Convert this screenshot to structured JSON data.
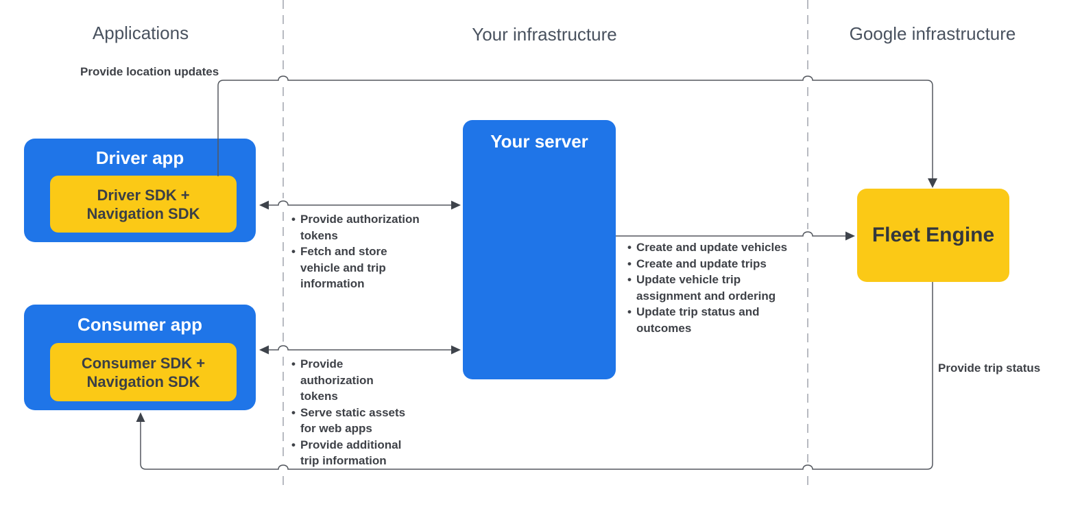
{
  "lanes": [
    {
      "label": "Applications"
    },
    {
      "label": "Your infrastructure"
    },
    {
      "label": "Google infrastructure"
    }
  ],
  "nodes": {
    "driver_app": {
      "title": "Driver app",
      "sdk": {
        "line1": "Driver SDK +",
        "line2": "Navigation SDK"
      }
    },
    "consumer_app": {
      "title": "Consumer app",
      "sdk": {
        "line1": "Consumer SDK +",
        "line2": "Navigation SDK"
      }
    },
    "your_server": {
      "title": "Your server"
    },
    "fleet_engine": {
      "title": "Fleet Engine"
    }
  },
  "edges": {
    "driver_to_fleet": {
      "label": "Provide location updates"
    },
    "driver_to_server": {
      "bullets": [
        "Provide authorization tokens",
        "Fetch and store vehicle and trip information"
      ]
    },
    "consumer_to_server": {
      "bullets": [
        "Provide authorization tokens",
        "Serve static assets for web apps",
        "Provide additional trip information"
      ]
    },
    "server_to_fleet": {
      "bullets": [
        "Create and update vehicles",
        "Create and update trips",
        "Update vehicle trip assignment and ordering",
        "Update trip status and outcomes"
      ]
    },
    "fleet_to_consumer": {
      "label": "Provide trip status"
    }
  },
  "colors": {
    "blue": "#1F75E8",
    "yellow": "#FBC916",
    "text_dark": "#3E4147",
    "sdk_text": "#3B3F46",
    "heading": "#49525F",
    "line": "#53575E",
    "arrowhead": "#3E434B",
    "dashed": "#B7BAC1",
    "white": "#FFFFFF",
    "fleet_text": "#33373D"
  }
}
